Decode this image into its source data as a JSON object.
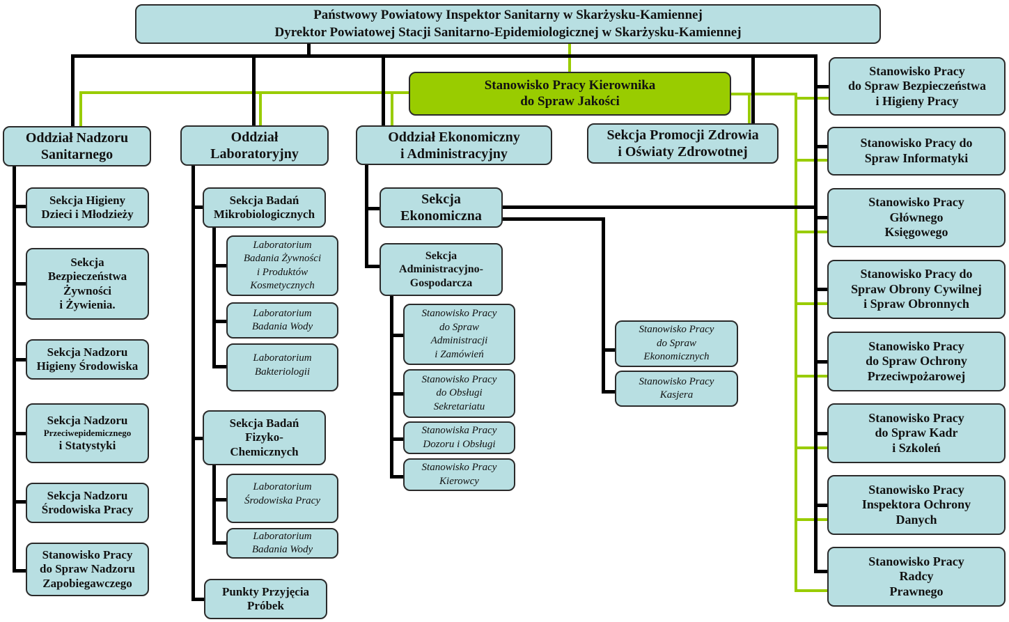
{
  "top": {
    "line1": "Państwowy Powiatowy Inspektor Sanitarny w Skarżysku-Kamiennej",
    "line2": "Dyrektor Powiatowej Stacji Sanitarno-Epidemiologicznej w Skarżysku-Kamiennej"
  },
  "quality": "Stanowisko Pracy Kierownika\ndo Spraw Jakości",
  "colors": {
    "box_fill": "#b8dfe2",
    "quality_fill": "#99cc00",
    "line_black": "#000000",
    "line_green": "#99cc00"
  },
  "departments": {
    "sanitary": {
      "label": "Oddział Nadzoru\nSanitarnego",
      "sections": [
        "Sekcja Higieny\nDzieci i Młodzieży",
        "Sekcja\nBezpieczeństwa\nŻywności\ni Żywienia.",
        "Sekcja Nadzoru\nHigieny Środowiska",
        {
          "line1": "Sekcja Nadzoru",
          "line2": "Przeciwepidemicznego",
          "line3": "i Statystyki"
        },
        "Sekcja Nadzoru\nŚrodowiska Pracy",
        "Stanowisko Pracy\ndo Spraw Nadzoru\nZapobiegawczego"
      ]
    },
    "lab": {
      "label": "Oddział\nLaboratoryjny",
      "micro": {
        "label": "Sekcja Badań\nMikrobiologicznych",
        "units": [
          "Laboratorium\nBadania Żywności\ni Produktów\nKosmetycznych",
          "Laboratorium\nBadania Wody",
          "Laboratorium\nBakteriologii"
        ]
      },
      "physchem": {
        "label": "Sekcja Badań\nFizyko-\nChemicznych",
        "units": [
          "Laboratorium\nŚrodowiska  Pracy",
          "Laboratorium\nBadania Wody"
        ]
      },
      "sampling": "Punkty Przyjęcia\nPróbek"
    },
    "econ": {
      "label": "Oddział Ekonomiczny\ni Administracyjny",
      "economic": {
        "label": "Sekcja\nEkonomiczna",
        "units": [
          "Stanowisko Pracy\ndo Spraw\nEkonomicznych",
          "Stanowisko Pracy\nKasjera"
        ]
      },
      "admin": {
        "label": "Sekcja\nAdministracyjno-\nGospodarcza",
        "units": [
          "Stanowisko Pracy\ndo Spraw\nAdministracji\ni Zamówień",
          "Stanowisko Pracy\ndo Obsługi\nSekretariatu",
          "Stanowiska Pracy\nDozoru i Obsługi",
          "Stanowisko Pracy\nKierowcy"
        ]
      }
    },
    "promo": {
      "label": "Sekcja Promocji Zdrowia\ni Oświaty Zdrowotnej"
    }
  },
  "positions": [
    "Stanowisko Pracy\ndo Spraw Bezpieczeństwa\ni Higieny Pracy",
    "Stanowisko Pracy do\nSpraw Informatyki",
    "Stanowisko Pracy\nGłównego\nKsięgowego",
    "Stanowisko Pracy do\nSpraw Obrony Cywilnej\ni Spraw Obronnych",
    "Stanowisko Pracy\ndo Spraw Ochrony\nPrzeciwpożarowej",
    "Stanowisko Pracy\ndo Spraw Kadr\ni Szkoleń",
    "Stanowisko Pracy\nInspektora Ochrony\nDanych",
    "Stanowisko Pracy\nRadcy\nPrawnego"
  ]
}
